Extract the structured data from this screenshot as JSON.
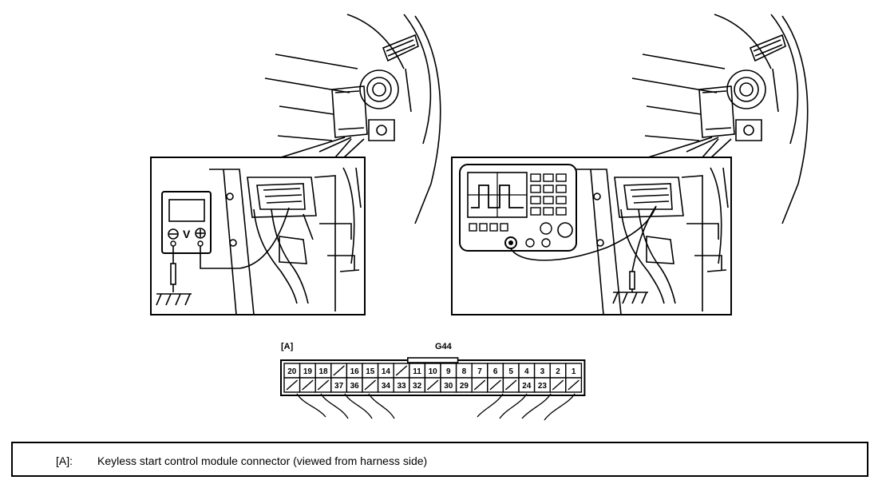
{
  "connector": {
    "ref_label": "[A]",
    "id_label": "G44",
    "top_row": [
      "20",
      "19",
      "18",
      "",
      "16",
      "15",
      "14",
      "",
      "11",
      "10",
      "9",
      "8",
      "7",
      "6",
      "5",
      "4",
      "3",
      "2",
      "1"
    ],
    "bottom_row": [
      "",
      "",
      "",
      "37",
      "36",
      "",
      "34",
      "33",
      "32",
      "",
      "30",
      "29",
      "",
      "",
      "",
      "24",
      "23",
      "",
      ""
    ]
  },
  "voltmeter": {
    "symbol": "V"
  },
  "legend": {
    "tag": "[A]:",
    "description": "Keyless start control module connector (viewed from harness side)"
  }
}
